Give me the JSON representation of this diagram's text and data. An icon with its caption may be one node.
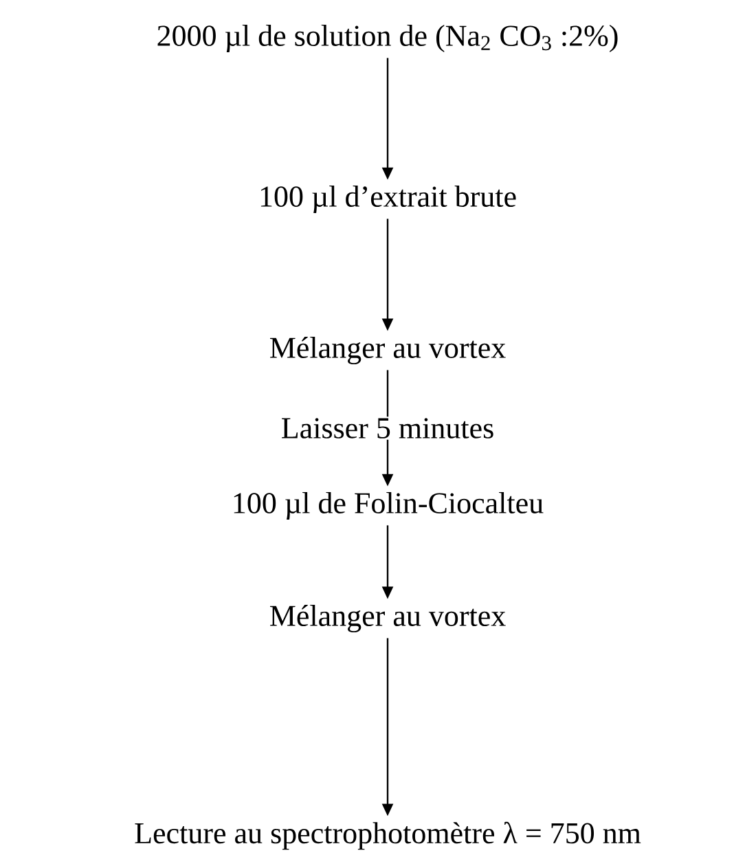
{
  "diagram": {
    "nodes": [
      {
        "text": [
          "2000 µl de solution de (Na$_{2}$ CO$_{3}$ :2%)"
        ]
      },
      {
        "text": [
          "100 µl d’extrait brute"
        ]
      },
      {
        "text": [
          "Mélanger au vortex"
        ]
      },
      {
        "text": [
          "100 µl de Folin-Ciocalteu"
        ]
      },
      {
        "text": [
          "Mélanger au vortex"
        ]
      },
      {
        "text": [
          "Lecture au spectrophotomètre λ = 750 nm"
        ]
      }
    ],
    "edges": [
      {
        "from": 0,
        "to": 1,
        "arrow": "to"
      },
      {
        "from": 1,
        "to": 2,
        "arrow": "to"
      },
      {
        "from": 2,
        "to": 3,
        "arrow": "to",
        "label": "Laisser 5 minutes"
      },
      {
        "from": 3,
        "to": 4,
        "arrow": "to"
      },
      {
        "from": 4,
        "to": 5,
        "arrow": "to"
      }
    ]
  }
}
